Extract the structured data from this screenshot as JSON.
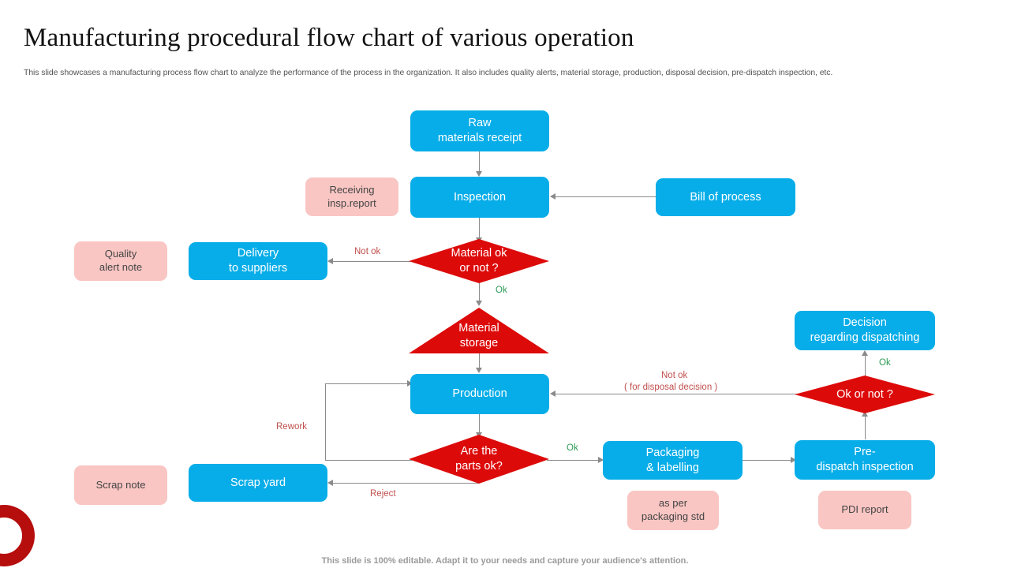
{
  "header": {
    "title": "Manufacturing procedural flow chart of various operation",
    "subtitle": "This slide showcases a manufacturing process flow chart to analyze the performance of the process in the organization. It also includes quality alerts, material storage, production, disposal decision, pre-dispatch inspection, etc."
  },
  "footer": {
    "text": "This slide is 100% editable. Adapt it to your needs and capture your audience's attention."
  },
  "colors": {
    "process_blue": "#07ADE8",
    "decision_red": "#DD0A0A",
    "note_pink": "#F9C6C3",
    "label_red": "#C0504D",
    "label_green": "#2E9B57",
    "connector_gray": "#8A8A8A",
    "ring_red": "#B60D0D"
  },
  "chart_data": {
    "type": "diagram",
    "title": "Manufacturing procedural flow chart of various operation",
    "nodes": [
      {
        "id": "raw",
        "label": "Raw\nmaterials receipt",
        "shape": "process",
        "color": "#07ADE8"
      },
      {
        "id": "inspection",
        "label": "Inspection",
        "shape": "process",
        "color": "#07ADE8"
      },
      {
        "id": "bill",
        "label": "Bill of process",
        "shape": "process",
        "color": "#07ADE8"
      },
      {
        "id": "recv_note",
        "label": "Receiving\ninsp.report",
        "shape": "note",
        "color": "#F9C6C3"
      },
      {
        "id": "mat_ok",
        "label": "Material ok\nor not ?",
        "shape": "decision",
        "color": "#DD0A0A"
      },
      {
        "id": "quality_note",
        "label": "Quality\nalert note",
        "shape": "note",
        "color": "#F9C6C3"
      },
      {
        "id": "delivery",
        "label": "Delivery\nto suppliers",
        "shape": "process",
        "color": "#07ADE8"
      },
      {
        "id": "mat_storage",
        "label": "Material\nstorage",
        "shape": "triangle",
        "color": "#DD0A0A"
      },
      {
        "id": "production",
        "label": "Production",
        "shape": "process",
        "color": "#07ADE8"
      },
      {
        "id": "parts_ok",
        "label": "Are the\nparts ok?",
        "shape": "decision",
        "color": "#DD0A0A"
      },
      {
        "id": "scrap_yard",
        "label": "Scrap yard",
        "shape": "process",
        "color": "#07ADE8"
      },
      {
        "id": "scrap_note",
        "label": "Scrap note",
        "shape": "note",
        "color": "#F9C6C3"
      },
      {
        "id": "packaging",
        "label": "Packaging\n& labelling",
        "shape": "process",
        "color": "#07ADE8"
      },
      {
        "id": "pack_note",
        "label": "as per\npackaging std",
        "shape": "note",
        "color": "#F9C6C3"
      },
      {
        "id": "predispatch",
        "label": "Pre-\ndispatch inspection",
        "shape": "process",
        "color": "#07ADE8"
      },
      {
        "id": "pdi_note",
        "label": "PDI report",
        "shape": "note",
        "color": "#F9C6C3"
      },
      {
        "id": "ok_or_not",
        "label": "Ok or not ?",
        "shape": "decision",
        "color": "#DD0A0A"
      },
      {
        "id": "decision_disp",
        "label": "Decision\nregarding dispatching",
        "shape": "process",
        "color": "#07ADE8"
      }
    ],
    "edges": [
      {
        "from": "raw",
        "to": "inspection",
        "label": ""
      },
      {
        "from": "bill",
        "to": "inspection",
        "label": ""
      },
      {
        "from": "inspection",
        "to": "mat_ok",
        "label": ""
      },
      {
        "from": "mat_ok",
        "to": "delivery",
        "label": "Not ok"
      },
      {
        "from": "mat_ok",
        "to": "mat_storage",
        "label": "Ok"
      },
      {
        "from": "mat_storage",
        "to": "production",
        "label": ""
      },
      {
        "from": "production",
        "to": "parts_ok",
        "label": ""
      },
      {
        "from": "parts_ok",
        "to": "production",
        "label": "Rework"
      },
      {
        "from": "parts_ok",
        "to": "scrap_yard",
        "label": "Reject"
      },
      {
        "from": "parts_ok",
        "to": "packaging",
        "label": "Ok"
      },
      {
        "from": "packaging",
        "to": "predispatch",
        "label": ""
      },
      {
        "from": "predispatch",
        "to": "ok_or_not",
        "label": ""
      },
      {
        "from": "ok_or_not",
        "to": "decision_disp",
        "label": "Ok"
      },
      {
        "from": "ok_or_not",
        "to": "production",
        "label": "Not ok\n( for disposal decision )"
      }
    ]
  },
  "nodes": {
    "raw": {
      "line1": "Raw",
      "line2": "materials receipt"
    },
    "inspection": {
      "label": "Inspection"
    },
    "bill": {
      "label": "Bill of process"
    },
    "recv_note": {
      "line1": "Receiving",
      "line2": "insp.report"
    },
    "mat_ok": {
      "line1": "Material ok",
      "line2": "or not ?"
    },
    "quality_note": {
      "line1": "Quality",
      "line2": "alert note"
    },
    "delivery": {
      "line1": "Delivery",
      "line2": "to suppliers"
    },
    "mat_storage": {
      "line1": "Material",
      "line2": "storage"
    },
    "production": {
      "label": "Production"
    },
    "parts_ok": {
      "line1": "Are the",
      "line2": "parts ok?"
    },
    "scrap_yard": {
      "label": "Scrap yard"
    },
    "scrap_note": {
      "label": "Scrap note"
    },
    "packaging": {
      "line1": "Packaging",
      "line2": "& labelling"
    },
    "pack_note": {
      "line1": "as per",
      "line2": "packaging std"
    },
    "predispatch": {
      "line1": "Pre-",
      "line2": "dispatch inspection"
    },
    "pdi_note": {
      "label": "PDI report"
    },
    "ok_or_not": {
      "label": "Ok or not ?"
    },
    "decision_disp": {
      "line1": "Decision",
      "line2": "regarding dispatching"
    }
  },
  "edge_labels": {
    "not_ok_material": "Not ok",
    "ok_material": "Ok",
    "rework": "Rework",
    "reject": "Reject",
    "ok_parts": "Ok",
    "ok_dispatch": "Ok",
    "not_ok_disposal_1": "Not ok",
    "not_ok_disposal_2": "( for disposal decision )"
  }
}
